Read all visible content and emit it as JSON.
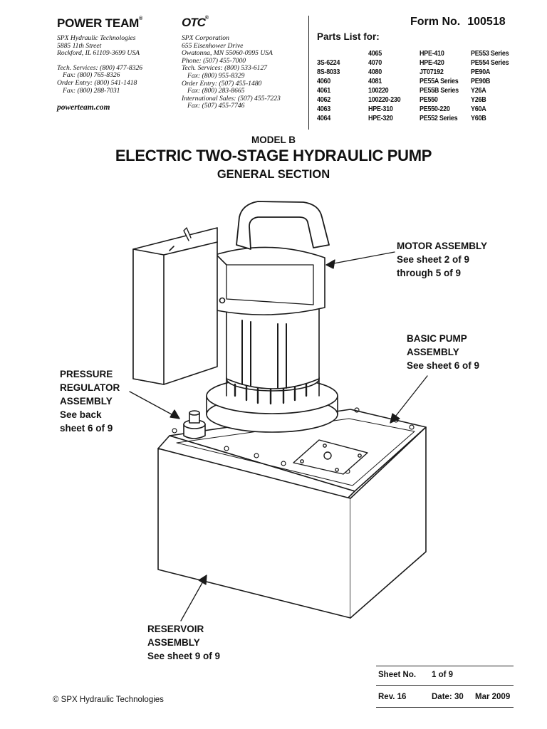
{
  "header": {
    "power_team_logo": "POWER TEAM",
    "power_team_reg": "®",
    "otc_logo": "OTC",
    "otc_reg": "®",
    "spx_hydraulic": {
      "lines": [
        "SPX Hydraulic Technologies",
        "5885 11th Street",
        "Rockford, IL 61109-3699  USA",
        "",
        "Tech. Services: (800) 477-8326",
        "Fax: (800) 765-8326",
        "Order Entry: (800) 541-1418",
        "Fax: (800) 288-7031"
      ],
      "website": "powerteam.com"
    },
    "spx_corp": {
      "lines": [
        "SPX Corporation",
        "655 Eisenhower Drive",
        "Owatonna, MN 55060-0995  USA",
        "Phone: (507) 455-7000",
        "Tech. Services: (800) 533-6127",
        "Fax: (800) 955-8329",
        "Order Entry: (507) 455-1480",
        "Fax: (800) 283-8665",
        "International Sales: (507) 455-7223",
        "Fax: (507) 455-7746"
      ]
    },
    "form_label": "Form No.",
    "form_number": "100518",
    "parts_list_label": "Parts List for:",
    "parts_columns": [
      [
        "",
        "3S-6224",
        "8S-8033",
        "4060",
        "4061",
        "4062",
        "4063",
        "4064"
      ],
      [
        "4065",
        "4070",
        "4080",
        "4081",
        "100220",
        "100220-230",
        "HPE-310",
        "HPE-320"
      ],
      [
        "HPE-410",
        "HPE-420",
        "JT07192",
        "PE55A Series",
        "PE55B Series",
        "PE550",
        "PE550-220",
        "PE552 Series"
      ],
      [
        "PE553 Series",
        "PE554 Series",
        "PE90A",
        "PE90B",
        "Y26A",
        "Y26B",
        "Y60A",
        "Y60B"
      ]
    ]
  },
  "titles": {
    "model": "MODEL B",
    "main": "ELECTRIC TWO-STAGE HYDRAULIC PUMP",
    "section": "GENERAL SECTION"
  },
  "callouts": {
    "motor": [
      "MOTOR ASSEMBLY",
      "See sheet 2 of 9",
      "through 5 of 9"
    ],
    "basic_pump": [
      "BASIC PUMP",
      "ASSEMBLY",
      "See sheet 6 of 9"
    ],
    "pressure_regulator": [
      "PRESSURE",
      "REGULATOR",
      "ASSEMBLY",
      "See back",
      "sheet 6 of 9"
    ],
    "reservoir": [
      "RESERVOIR",
      "ASSEMBLY",
      "See sheet 9 of 9"
    ]
  },
  "footer": {
    "copyright": "© SPX Hydraulic Technologies",
    "sheet_label": "Sheet No.",
    "sheet_value": "1 of 9",
    "rev": "Rev. 16",
    "date_label": "Date: 30",
    "date_value": "Mar 2009"
  }
}
